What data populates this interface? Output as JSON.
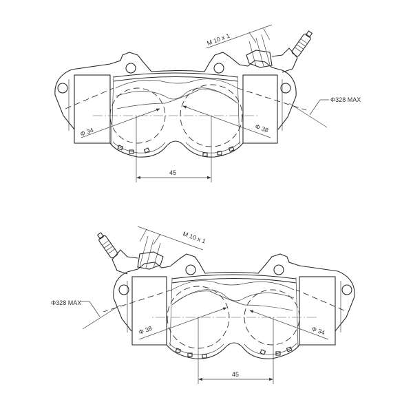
{
  "drawing": {
    "views": [
      {
        "name": "caliper-right",
        "thread_label": "M 10  x 1",
        "disc_label": "Φ328 MAX",
        "piston_left_label": "Φ 34",
        "piston_right_label": "Φ 38",
        "piston_spacing_label": "45"
      },
      {
        "name": "caliper-left",
        "thread_label": "M 10  x 1",
        "disc_label": "Φ328 MAX",
        "piston_left_label": "Φ 38",
        "piston_right_label": "Φ 34",
        "piston_spacing_label": "45"
      }
    ]
  }
}
